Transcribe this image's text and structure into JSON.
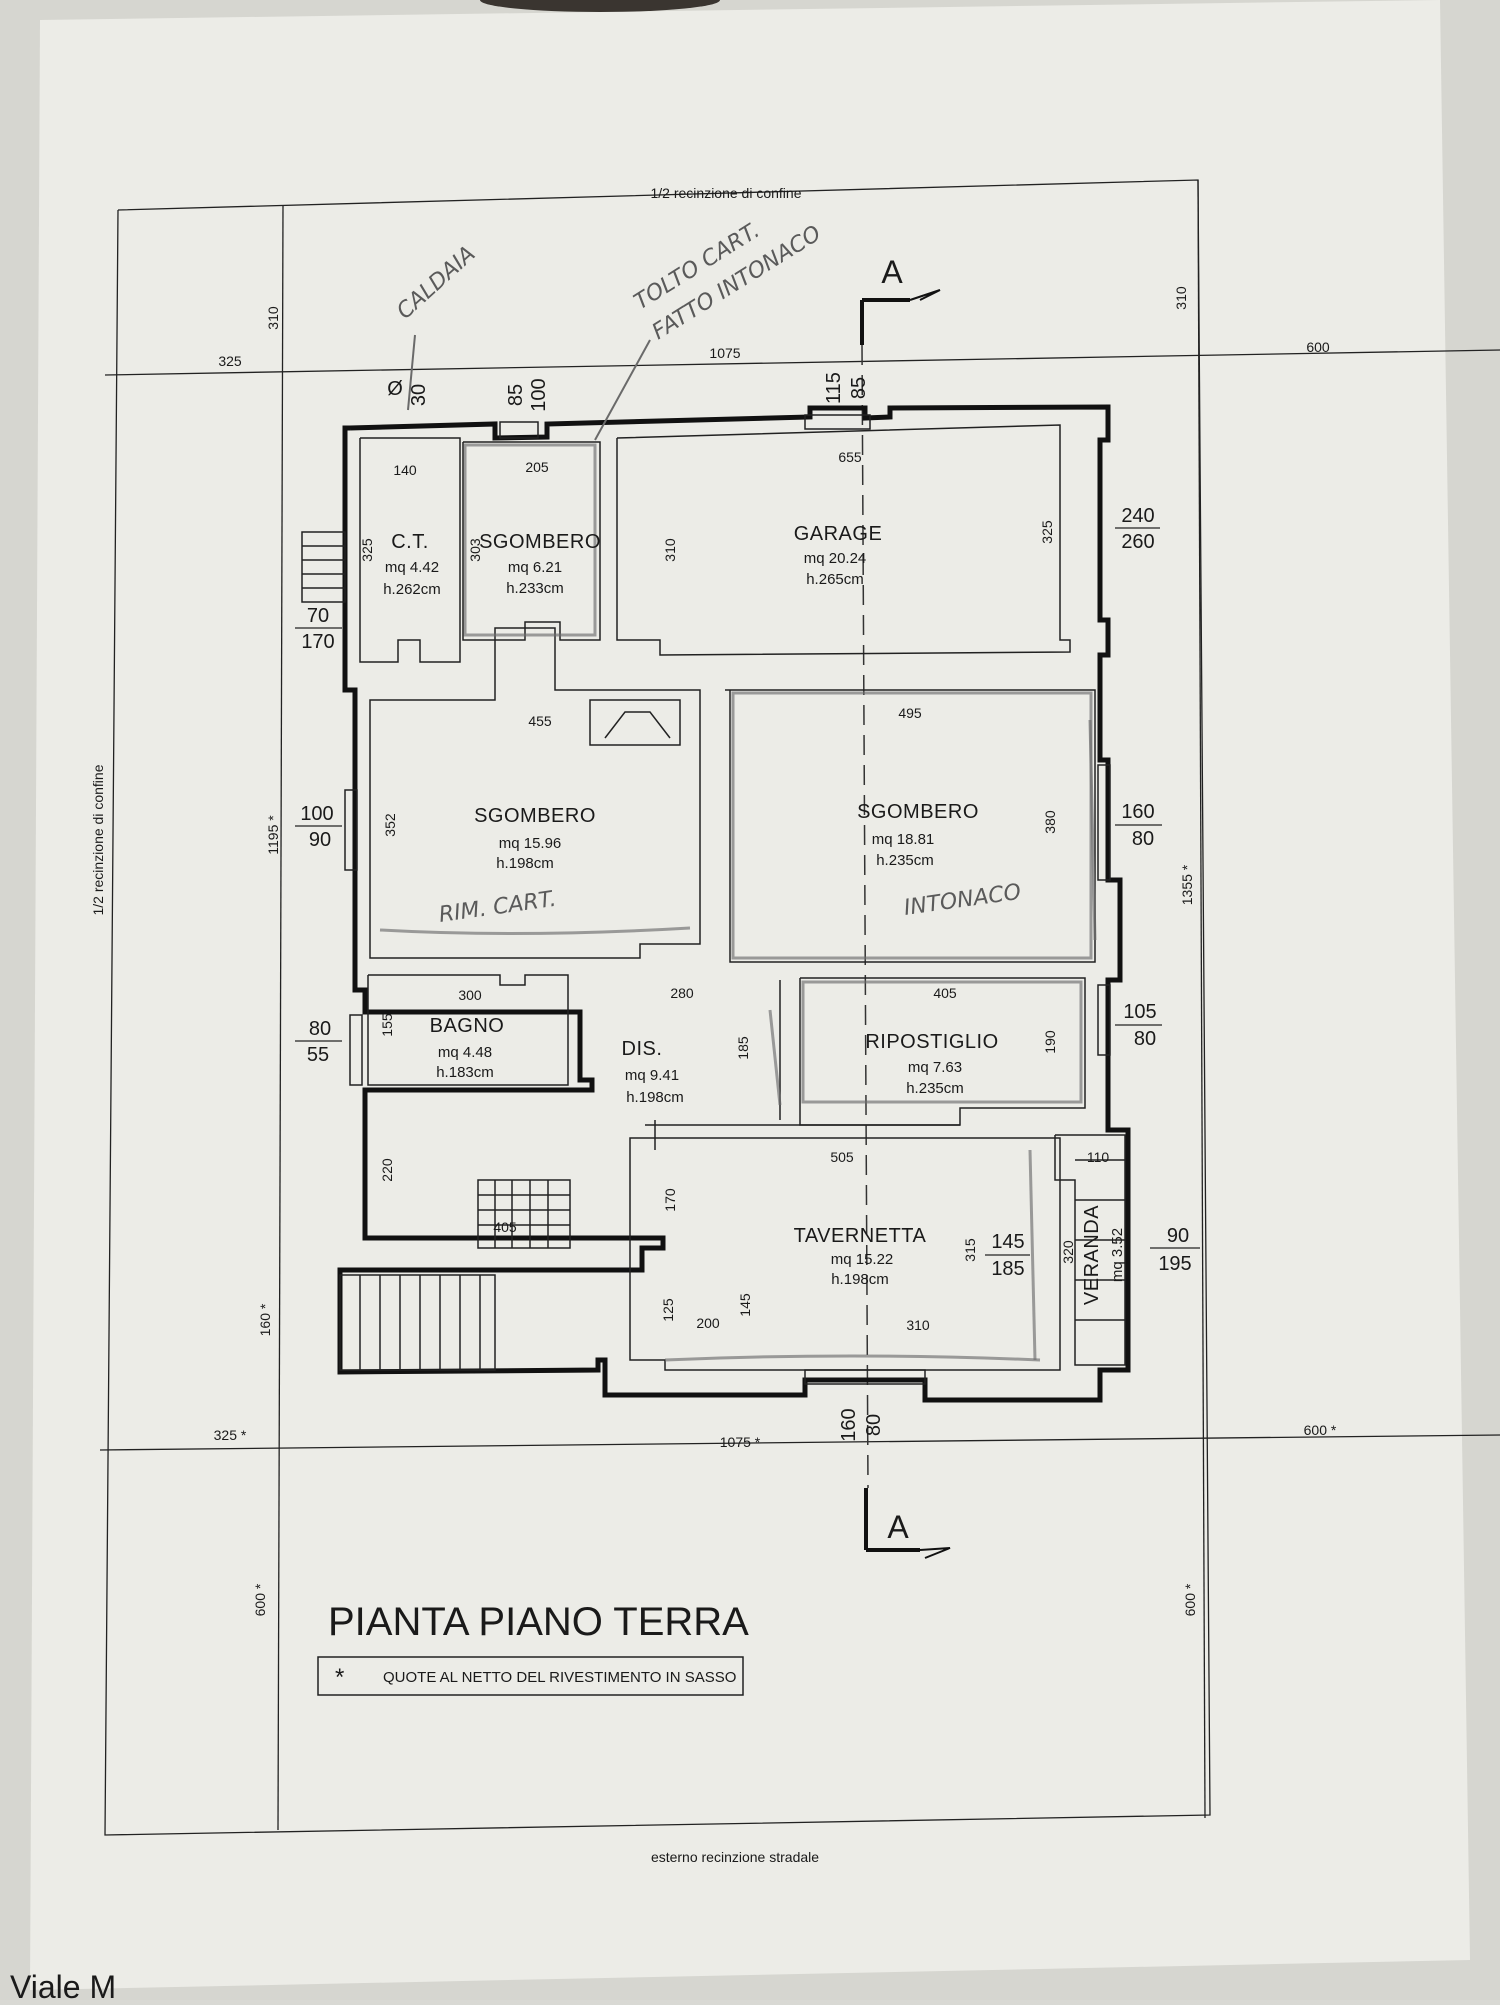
{
  "header": {
    "top_label": "1/2 recinzione di confine"
  },
  "side": {
    "left_label": "1/2 recinzione di confine"
  },
  "footer": {
    "bottom_label": "esterno recinzione stradale",
    "street_partial": "Viale M"
  },
  "section": {
    "mark": "A"
  },
  "title": "PIANTA PIANO TERRA",
  "legend": {
    "star": "*",
    "note": "QUOTE AL NETTO DEL RIVESTIMENTO IN SASSO"
  },
  "rooms": {
    "ct": {
      "name": "C.T.",
      "area": "mq 4.42",
      "height": "h.262cm"
    },
    "sgombero1": {
      "name": "SGOMBERO",
      "area": "mq 6.21",
      "height": "h.233cm"
    },
    "garage": {
      "name": "GARAGE",
      "area": "mq 20.24",
      "height": "h.265cm"
    },
    "sgombero2": {
      "name": "SGOMBERO",
      "area": "mq 15.96",
      "height": "h.198cm"
    },
    "sgombero3": {
      "name": "SGOMBERO",
      "area": "mq 18.81",
      "height": "h.235cm"
    },
    "bagno": {
      "name": "BAGNO",
      "area": "mq 4.48",
      "height": "h.183cm"
    },
    "dis": {
      "name": "DIS.",
      "area": "mq 9.41",
      "height": "h.198cm"
    },
    "ripostiglio": {
      "name": "RIPOSTIGLIO",
      "area": "mq 7.63",
      "height": "h.235cm"
    },
    "tavernetta": {
      "name": "TAVERNETTA",
      "area": "mq 15.22",
      "height": "h.198cm"
    },
    "veranda": {
      "name": "VERANDA",
      "area": "mq 3.52"
    }
  },
  "dims": {
    "top_left": "325",
    "top_mid": "1075",
    "top_right": "600",
    "left_310": "310",
    "right_310": "310",
    "left_1195": "1195 *",
    "right_1355": "1355 *",
    "left_160": "160 *",
    "bot_left": "325 *",
    "bot_mid": "1075 *",
    "bot_right": "600 *",
    "left_600": "600 *",
    "right_600": "600 *",
    "w_0": "Ø",
    "w_30": "30",
    "w_85": "85",
    "w_100": "100",
    "w_115": "115",
    "w_85b": "85",
    "ct_140": "140",
    "ct_325": "325",
    "sg_205": "205",
    "sg_303": "303",
    "gar_655": "655",
    "gar_310": "310",
    "gar_325": "325",
    "r_240": "240",
    "r_260": "260",
    "l_70": "70",
    "l_170": "170",
    "sg2_455": "455",
    "sg2_352": "352",
    "sg3_495": "495",
    "sg3_380": "380",
    "l_100": "100",
    "l_90": "90",
    "r_160": "160",
    "r_80": "80",
    "b_300": "300",
    "b_155": "155",
    "dis_280": "280",
    "dis_185": "185",
    "rip_405": "405",
    "rip_190": "190",
    "l_80": "80",
    "l_55": "55",
    "r_105": "105",
    "r_80b": "80",
    "st_220": "220",
    "st_405": "405",
    "tv_505": "505",
    "tv_170": "170",
    "tv_315": "315",
    "tv_125": "125",
    "tv_200": "200",
    "tv_145": "145",
    "tv_310": "310",
    "tv_145b": "145",
    "tv_185": "185",
    "ver_110": "110",
    "ver_320": "320",
    "r_90": "90",
    "r_195": "195",
    "bot_160": "160",
    "bot_80": "80"
  },
  "handwriting": {
    "caldaia": "CALDAIA",
    "tolto": "TOLTO CART.",
    "fatto": "FATTO INTONACO",
    "rim": "RIM. CART.",
    "intonaco": "INTONACO"
  }
}
